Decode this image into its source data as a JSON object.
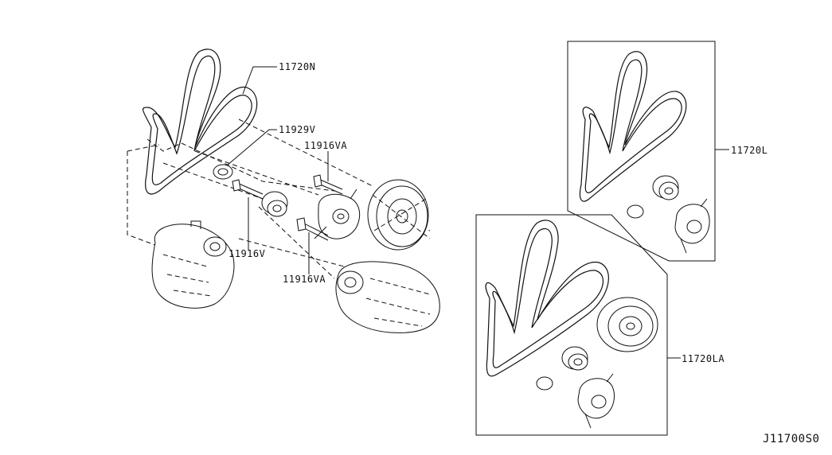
{
  "labels": {
    "belt_main": "11720N",
    "ring": "11929V",
    "bolt_upper": "11916VA",
    "bolt_lower_left": "11916V",
    "bolt_lower": "11916VA",
    "kit_l": "11720L",
    "kit_la": "11720LA",
    "diagram_id": "J11700S0"
  }
}
